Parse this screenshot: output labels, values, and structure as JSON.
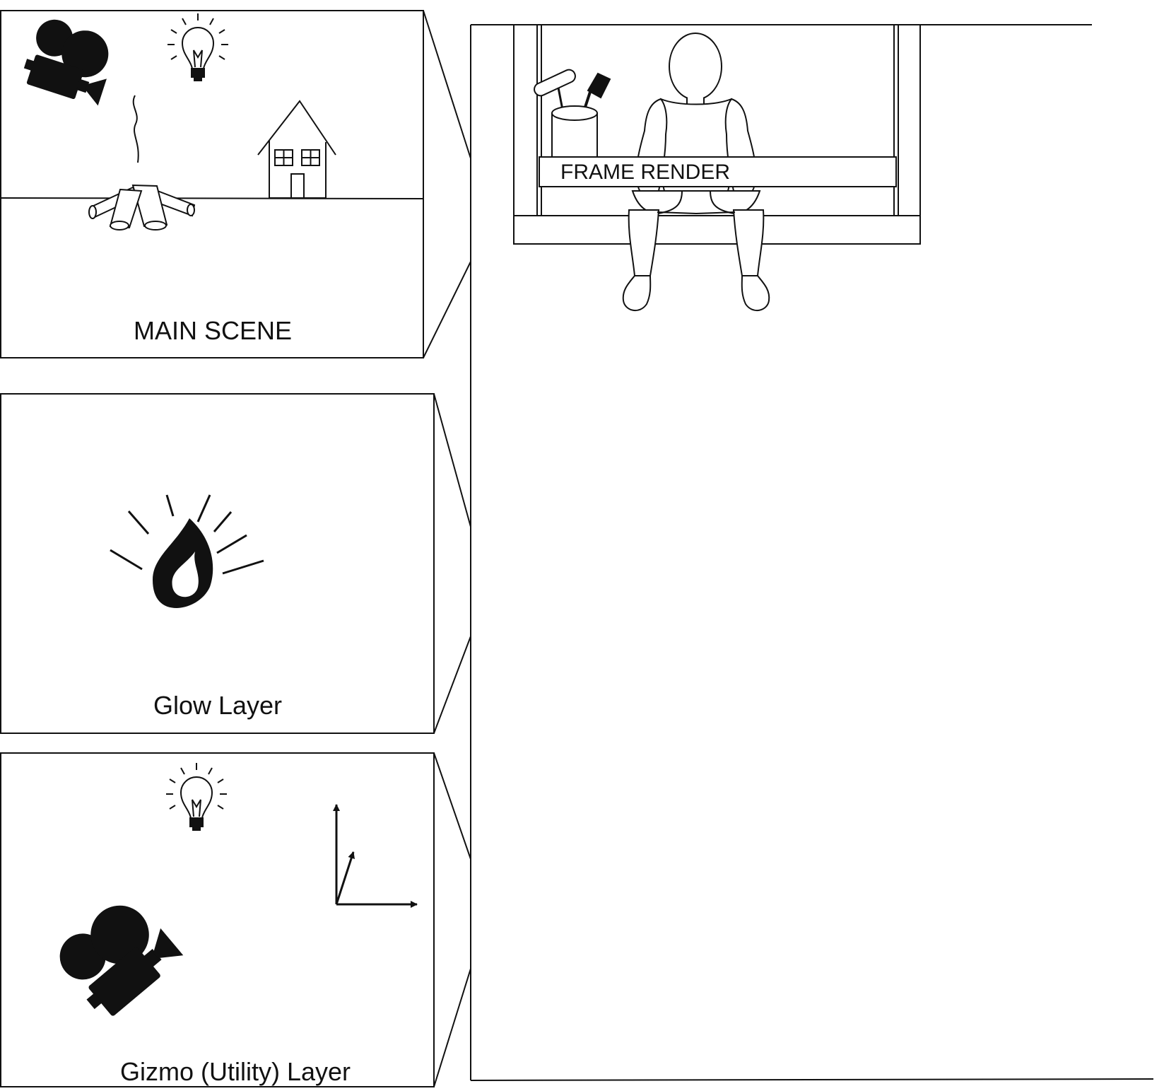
{
  "layers": {
    "main_scene": {
      "label": "MAIN SCENE"
    },
    "glow_layer": {
      "label": "Glow Layer"
    },
    "gizmo_layer": {
      "label": "Gizmo (Utility) Layer"
    }
  },
  "frame": {
    "label": "FRAME RENDER"
  },
  "colors": {
    "ink": "#111111",
    "background": "#ffffff"
  },
  "icons": [
    "movie-camera-icon",
    "light-bulb-icon",
    "smoke-icon",
    "campfire-icon",
    "house-icon",
    "flame-icon",
    "axes-gizmo-icon",
    "mannequin-figure",
    "paint-bucket-icon",
    "paint-roller-icon",
    "paintbrush-icon"
  ]
}
